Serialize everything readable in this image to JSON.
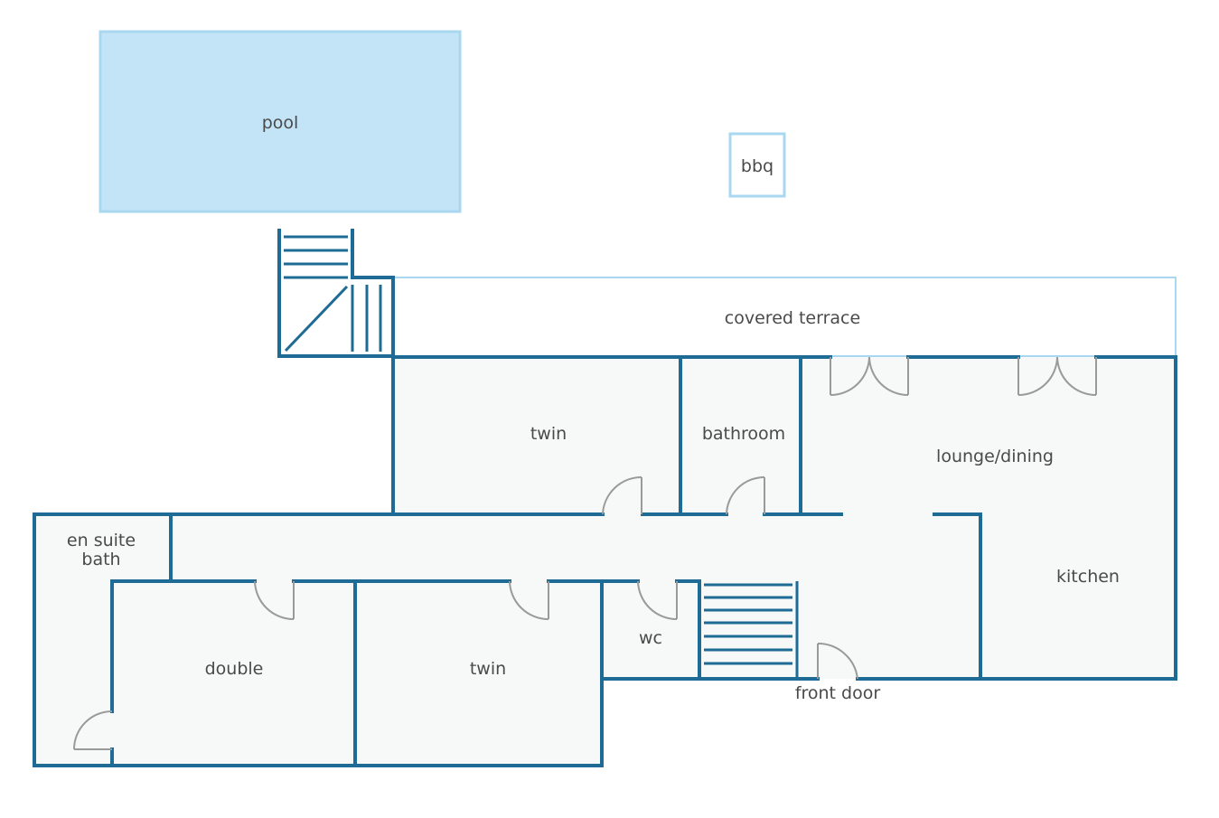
{
  "plan": {
    "rooms": {
      "pool": "pool",
      "bbq": "bbq",
      "covered_terrace": "covered terrace",
      "twin_upper": "twin",
      "bathroom": "bathroom",
      "lounge_dining": "lounge/dining",
      "en_suite_line1": "en suite",
      "en_suite_line2": "bath",
      "kitchen": "kitchen",
      "wc": "wc",
      "double": "double",
      "twin_lower": "twin",
      "front_door": "front door"
    },
    "colors": {
      "wall": "#1e6b95",
      "pool_fill": "#c3e4f7",
      "light_outline": "#a9d7f0",
      "floor": "#f7f8f8",
      "door_swing": "#9a9a9a",
      "text": "#4a4a4a"
    }
  }
}
